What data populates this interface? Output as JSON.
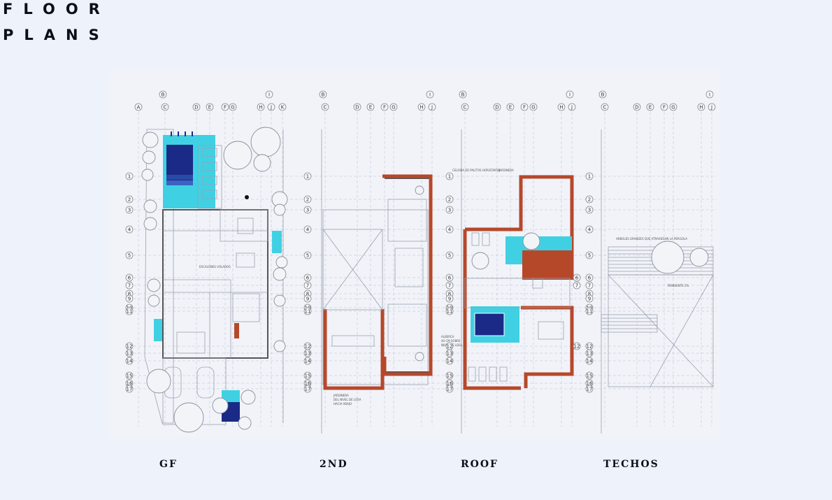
{
  "title": {
    "line1": "FLOOR",
    "line2": "PLANS"
  },
  "plans": [
    {
      "id": "gf",
      "label": "GF"
    },
    {
      "id": "second",
      "label": "2ND"
    },
    {
      "id": "roof",
      "label": "ROOF"
    },
    {
      "id": "techos",
      "label": "TECHOS"
    }
  ],
  "grid_columns_top": [
    "B",
    "I"
  ],
  "grid_columns": [
    "A",
    "C",
    "D",
    "E",
    "F",
    "G",
    "H",
    "J",
    "K"
  ],
  "grid_columns_short": [
    "C",
    "D",
    "E",
    "F",
    "G",
    "H",
    "J"
  ],
  "grid_rows": [
    "1",
    "2",
    "3",
    "4",
    "5",
    "6",
    "7",
    "8",
    "9",
    "10",
    "11",
    "12",
    "13",
    "14",
    "15",
    "16",
    "17"
  ],
  "annotations": {
    "escalones": "ESCALONES VOLADOS",
    "celosia": "CELOSIA DE PALITOS HORIZONTAL",
    "jardinera": "JARDINERA",
    "jardinera_nivel": [
      "JARDINERA",
      "DEL NIVEL DE LOSA",
      "HACIA ABAJO"
    ],
    "alberca": [
      "ALBERCA",
      "40 CM SOBRE",
      "NIVEL DE LOSA"
    ],
    "arboles": "ARBOLES GRANDES QUE ATRAVIESAN LA PERGOLA",
    "pendiente": "PENDIENTE 2%"
  },
  "colors": {
    "pool": "#3fd1e3",
    "pool_deep": "#1b2a86",
    "terrace": "#b6482a",
    "background": "#eef2fb"
  }
}
